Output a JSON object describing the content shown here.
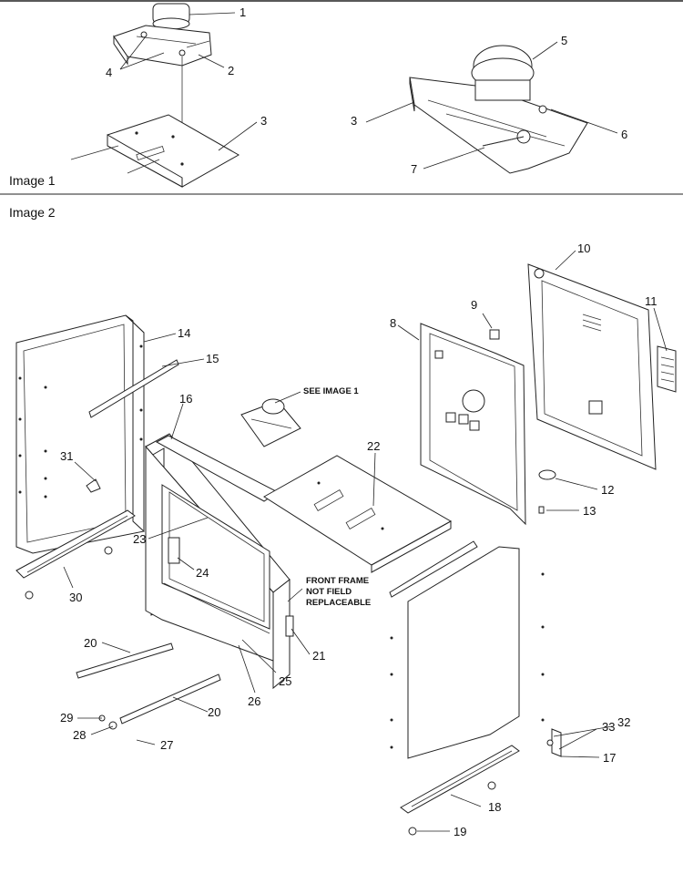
{
  "sections": {
    "image1": "Image 1",
    "image2": "Image 2"
  },
  "notes": {
    "see_image": "SEE IMAGE 1",
    "front_frame_1": "FRONT FRAME",
    "front_frame_2": "NOT FIELD",
    "front_frame_3": "REPLACEABLE"
  },
  "callouts": {
    "c1": "1",
    "c2": "2",
    "c3a": "3",
    "c3b": "3",
    "c4": "4",
    "c5": "5",
    "c6": "6",
    "c7": "7",
    "c8": "8",
    "c9": "9",
    "c10": "10",
    "c11": "11",
    "c12": "12",
    "c13": "13",
    "c14": "14",
    "c15": "15",
    "c16": "16",
    "c17": "17",
    "c18": "18",
    "c19": "19",
    "c20a": "20",
    "c20b": "20",
    "c21": "21",
    "c22": "22",
    "c23": "23",
    "c24": "24",
    "c25": "25",
    "c26": "26",
    "c27": "27",
    "c28": "28",
    "c29": "29",
    "c30": "30",
    "c31": "31",
    "c32": "32",
    "c33": "33"
  }
}
